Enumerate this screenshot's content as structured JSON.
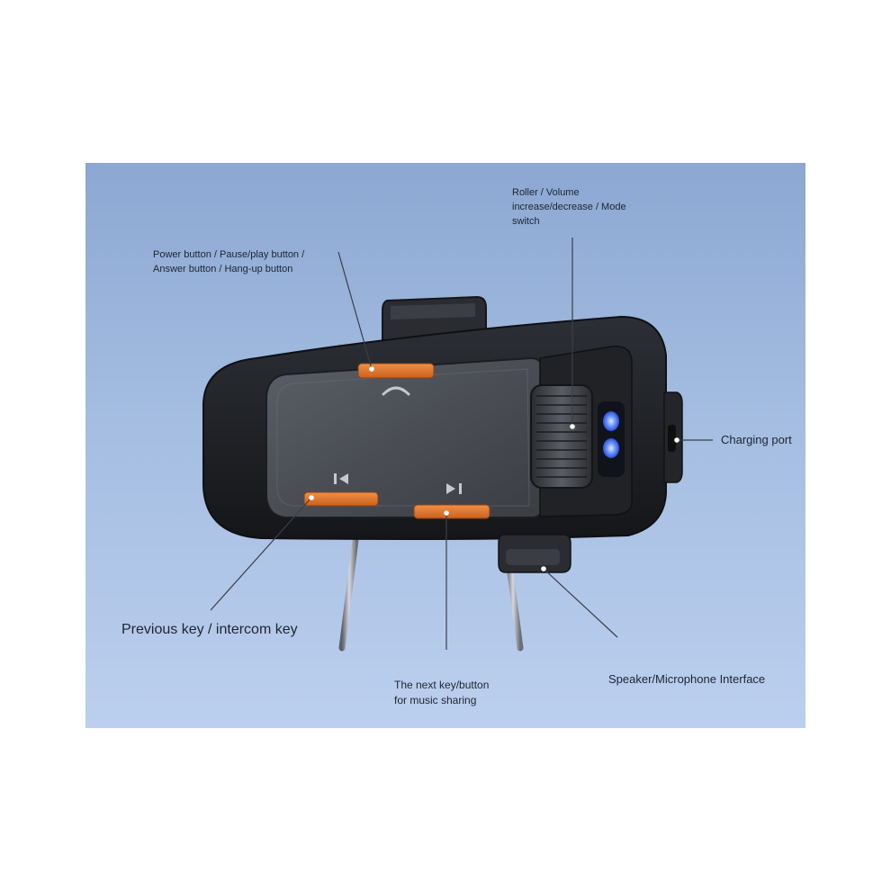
{
  "callouts": {
    "power": {
      "lines": [
        "Power button / Pause/play button /",
        "Answer button / Hang-up button"
      ]
    },
    "roller": {
      "lines": [
        "Roller / Volume",
        "increase/decrease / Mode",
        "switch"
      ]
    },
    "charging": {
      "lines": [
        "Charging port"
      ]
    },
    "previous": {
      "lines": [
        "Previous key / intercom key"
      ]
    },
    "next": {
      "lines": [
        "The next key/button",
        "for music sharing"
      ]
    },
    "speaker": {
      "lines": [
        "Speaker/Microphone Interface"
      ]
    }
  },
  "icons": {
    "answer": "phone-handset-icon",
    "previous": "previous-track-icon",
    "next": "next-track-icon"
  },
  "colors": {
    "background_top": "#8ca7d2",
    "background_bottom": "#bccfee",
    "device_body": "#1d1f23",
    "button_accent": "#e07a35",
    "led": "#4a7bff",
    "label_text": "#1e2530"
  }
}
